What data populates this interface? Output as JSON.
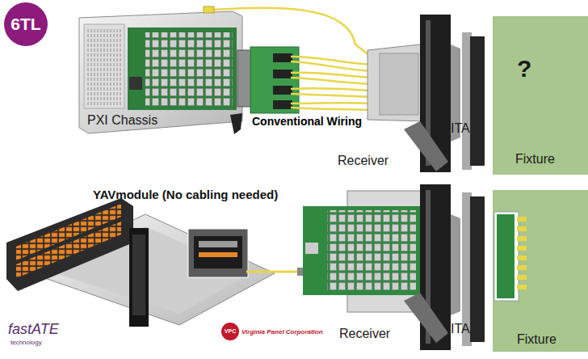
{
  "diagram": {
    "nodes": [
      {
        "text": [
          "?",
          "Fixture"
        ]
      },
      {
        "text": [
          "Fixture"
        ]
      }
    ],
    "labels": [
      "6TL",
      "PXI Chassis",
      "Conventional Wiring",
      "Receiver",
      "ITA",
      "YAVmodule (No cabling needed)",
      "fastATE",
      "technology",
      "VPC",
      "Virginia Panel Corporation",
      "Receiver",
      "ITA"
    ]
  }
}
